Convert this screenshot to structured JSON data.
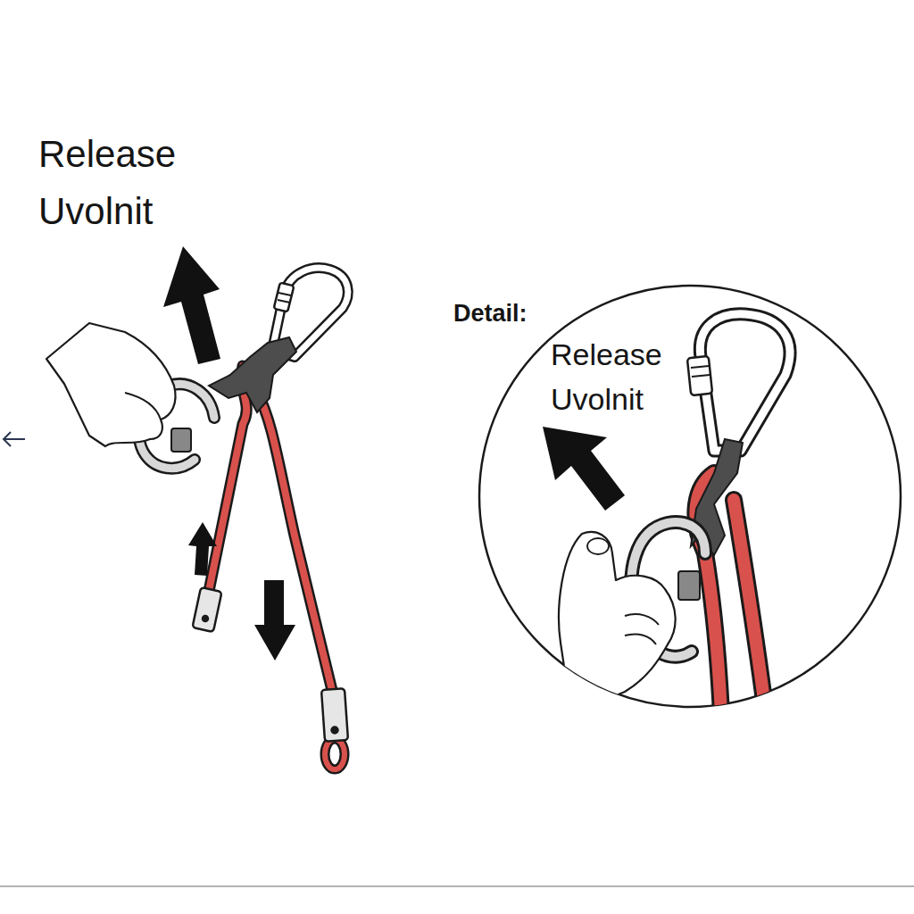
{
  "diagram": {
    "labels": [
      "Release",
      "Uvolnit",
      "Detail:",
      "Release",
      "Uvolnit"
    ]
  }
}
